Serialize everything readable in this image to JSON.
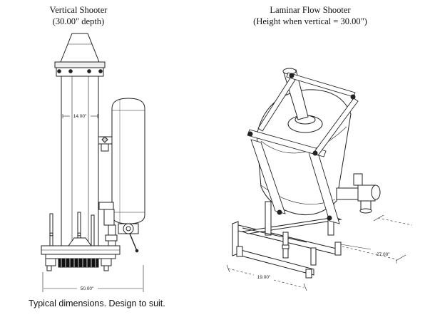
{
  "left_figure": {
    "title": "Vertical Shooter",
    "subtitle": "(30.00\" depth)",
    "dim_width_inner": "14.00\"",
    "dim_width_base": "50.00\""
  },
  "right_figure": {
    "title": "Laminar Flow Shooter",
    "subtitle": "(Height when vertical = 30.00\")",
    "dim_depth": "27.00\"",
    "dim_width": "19.00\""
  },
  "caption": "Typical dimensions. Design to suit."
}
